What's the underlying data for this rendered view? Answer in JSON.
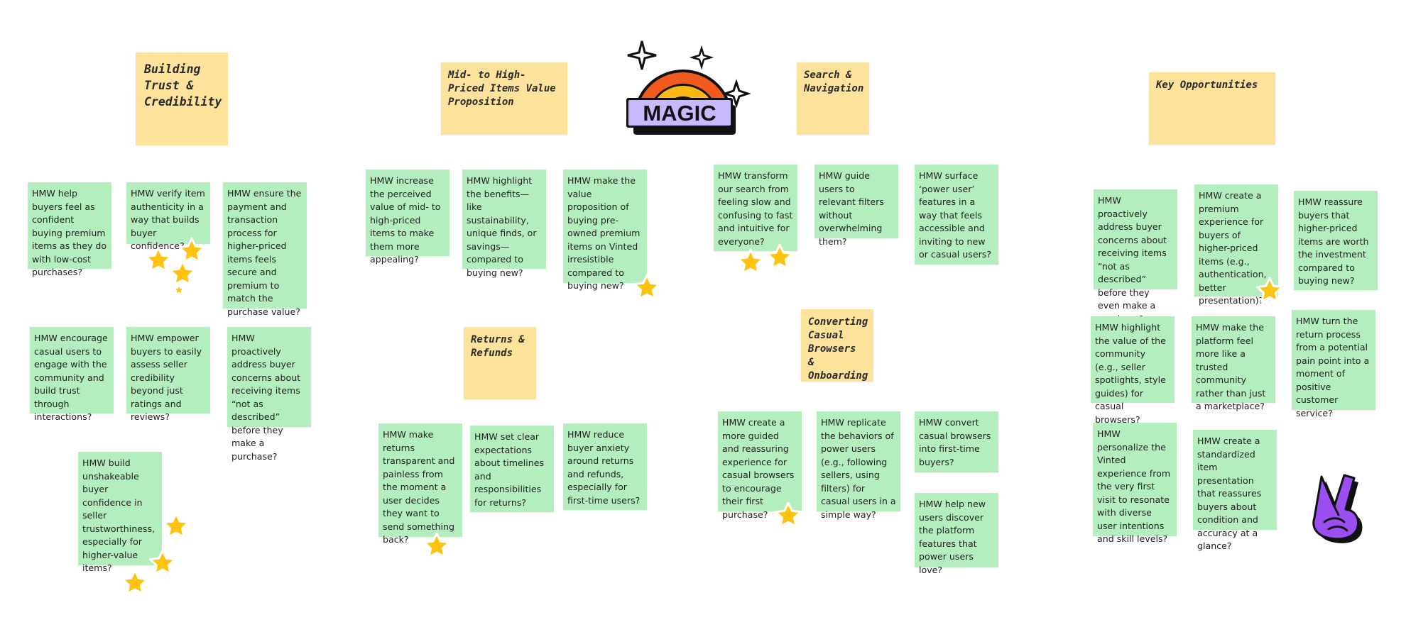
{
  "columns": [
    {
      "header": "Building Trust & Credibility",
      "notes": [
        "HMW help buyers feel as confident buying premium items as they do with low-cost purchases?",
        "HMW verify item authenticity in a way that builds buyer confidence?",
        "HMW ensure the payment and transaction process for higher-priced items feels secure and premium to match the purchase value?",
        "HMW encourage casual users to engage with the community and build trust through interactions?",
        "HMW empower buyers to easily assess seller credibility beyond just ratings and reviews?",
        "HMW proactively address buyer concerns about receiving items “not as described” before they make a purchase?",
        "HMW build unshakeable buyer confidence in seller trustworthiness, especially for higher-value items?"
      ]
    },
    {
      "header": "Mid- to High-Priced Items Value Proposition",
      "notes": [
        "HMW increase the perceived value of mid- to high-priced items to make them more appealing?",
        "HMW highlight the benefits—like sustainability, unique finds, or savings—compared to buying new?",
        "HMW make the value proposition of buying pre-owned premium items on Vinted irresistible compared to buying new?"
      ]
    },
    {
      "header": "Returns & Refunds",
      "notes": [
        "HMW make returns transparent and painless from the moment a user decides they want to send something back?",
        "HMW set clear expectations about timelines and responsibilities for returns?",
        "HMW reduce buyer anxiety around returns and refunds, especially for first-time users?"
      ]
    },
    {
      "header": "Search & Navigation",
      "notes": [
        "HMW transform our search from feeling slow and confusing to fast and intuitive for everyone?",
        "HMW guide users to relevant filters without overwhelming them?",
        "HMW surface ‘power user’ features in a way that feels accessible and inviting to new or casual users?"
      ]
    },
    {
      "header": "Converting Casual Browsers & Onboarding",
      "notes": [
        "HMW create a more guided and reassuring experience for casual browsers to encourage their first purchase?",
        "HMW replicate the behaviors of power users (e.g., following sellers, using filters) for casual users in a simple way?",
        "HMW convert casual browsers into first-time buyers?",
        "HMW help new users discover the platform features that power users love?"
      ]
    },
    {
      "header": "Key Opportunities",
      "notes": [
        "HMW proactively address buyer concerns about receiving items “not as described” before they even make a purchase?",
        "HMW create a premium experience for buyers of higher-priced items (e.g., authentication, better presentation)?",
        "HMW reassure buyers that higher-priced items are worth the investment compared to buying new?",
        "HMW highlight the value of the community (e.g., seller spotlights, style guides) for casual browsers?",
        "HMW make the platform feel more like a trusted community rather than just a marketplace?",
        "HMW turn the return process from a potential pain point into a moment of positive customer service?",
        "HMW personalize the Vinted experience from the very first visit to resonate with diverse user intentions and skill levels?",
        "HMW create a standardized item presentation that reassures buyers about condition and accuracy at a glance?"
      ]
    }
  ],
  "decals": {
    "magic_label": "MAGIC",
    "rainbow_colors": [
      "#f25a1d",
      "#fcb812",
      "#9b5cf2"
    ],
    "hand_color": "#9b4ff2"
  },
  "colors": {
    "note_green": "#b4eebe",
    "header_yellow": "#fde29b",
    "star": "#ffc20f"
  }
}
